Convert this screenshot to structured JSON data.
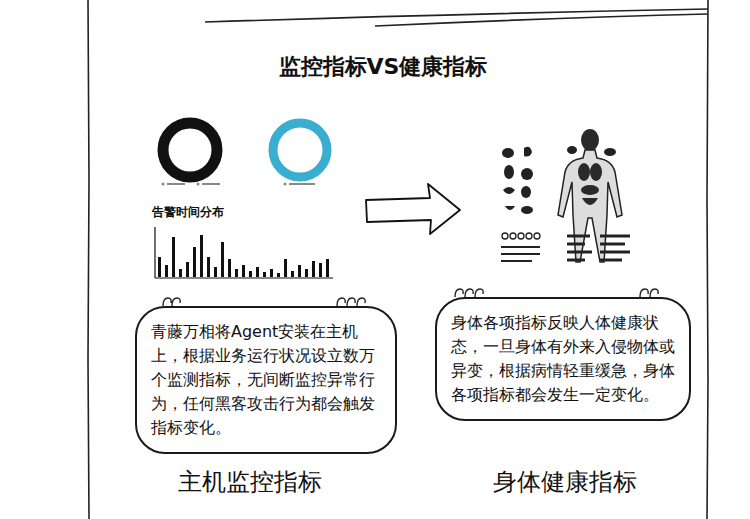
{
  "diagram": {
    "title": "监控指标VS健康指标",
    "nodes": [
      {
        "text": [
          "青藤万相将Agent安装在主机上，根据业务运行状况设立数万个监测指标，无间断监控异常行为，任何黑客攻击行为都会触发指标变化。"
        ]
      },
      {
        "text": [
          "身体各项指标反映人体健康状态，一旦身体有外来入侵物体或异变，根据病情轻重缓急，身体各项指标都会发生一定变化。"
        ]
      }
    ],
    "labels": [
      "告警时间分布",
      "主机监控指标",
      "身体健康指标"
    ]
  }
}
